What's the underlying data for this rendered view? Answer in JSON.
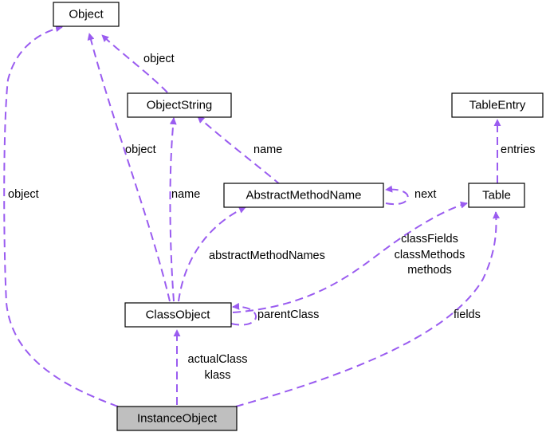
{
  "diagram": {
    "edge_color": "#9a5cf0",
    "nodes": {
      "object": "Object",
      "object_string": "ObjectString",
      "table_entry": "TableEntry",
      "abstract_method_name": "AbstractMethodName",
      "table": "Table",
      "class_object": "ClassObject",
      "instance_object": "InstanceObject"
    },
    "edge_labels": {
      "objectstring_object": "object",
      "classobject_object": "object",
      "instanceobject_object": "object",
      "amn_name": "name",
      "classobject_name": "name",
      "table_entries": "entries",
      "amn_next": "next",
      "abstract_method_names": "abstractMethodNames",
      "class_fields": "classFields",
      "class_methods": "classMethods",
      "methods": "methods",
      "parent_class": "parentClass",
      "fields": "fields",
      "actual_class": "actualClass",
      "klass": "klass"
    }
  }
}
